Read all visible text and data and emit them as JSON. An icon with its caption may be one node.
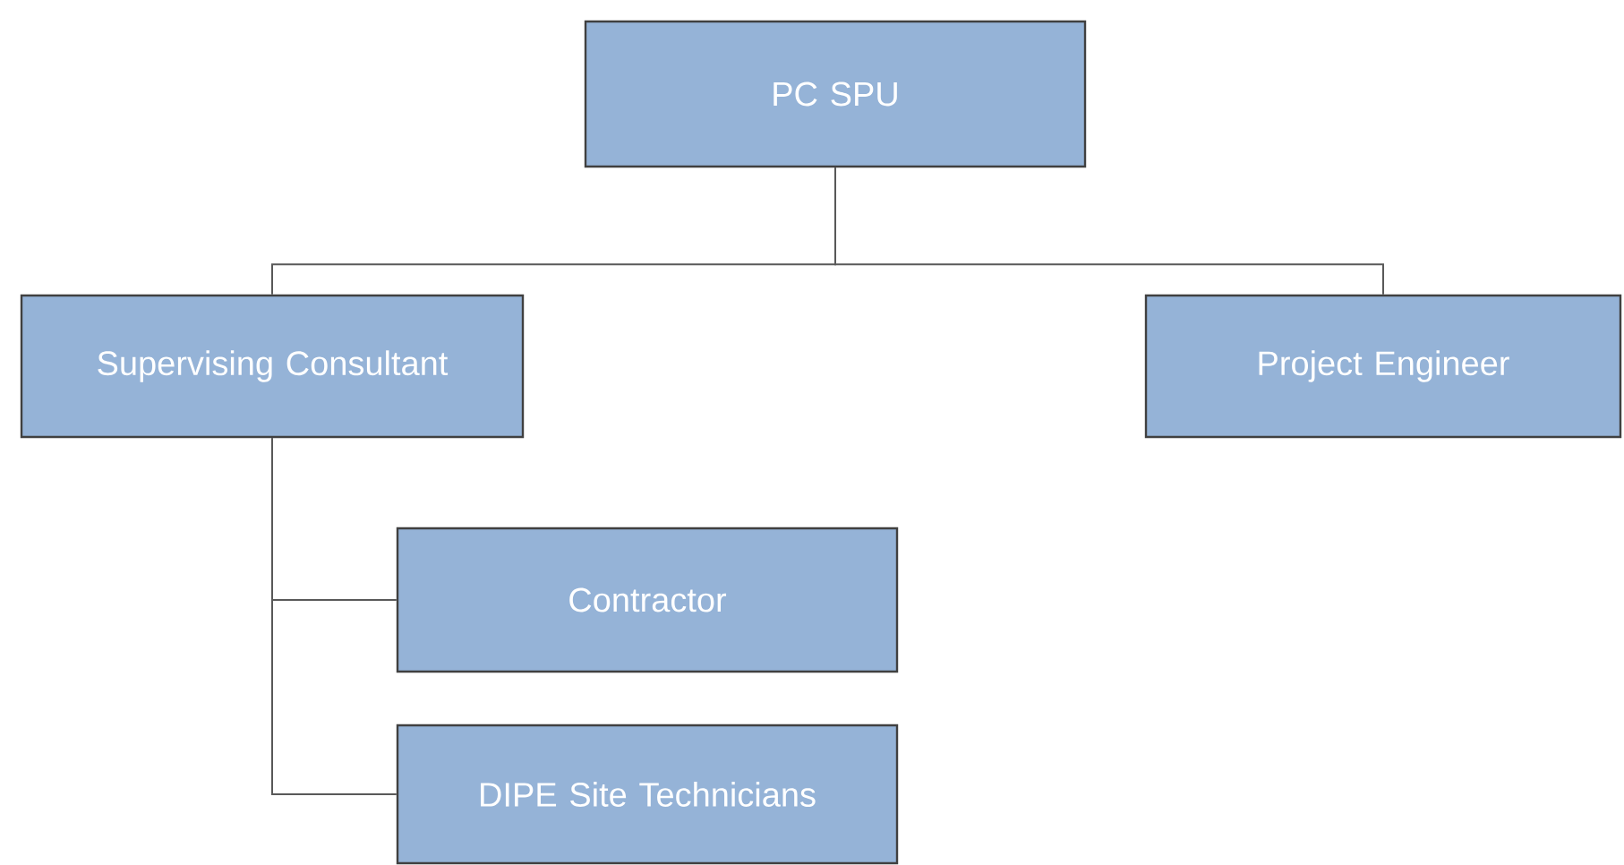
{
  "diagram": {
    "nodes": [
      {
        "text": [
          "PC SPU"
        ]
      },
      {
        "text": [
          "Supervising Consultant"
        ]
      },
      {
        "text": [
          "Project Engineer"
        ]
      },
      {
        "text": [
          "Contractor"
        ]
      },
      {
        "text": [
          "DIPE Site Technicians"
        ]
      }
    ],
    "edges": [
      {
        "from": 0,
        "to": 1,
        "arrow": "none"
      },
      {
        "from": 0,
        "to": 2,
        "arrow": "none"
      },
      {
        "from": 1,
        "to": 3,
        "arrow": "none"
      },
      {
        "from": 1,
        "to": 4,
        "arrow": "none"
      }
    ]
  }
}
